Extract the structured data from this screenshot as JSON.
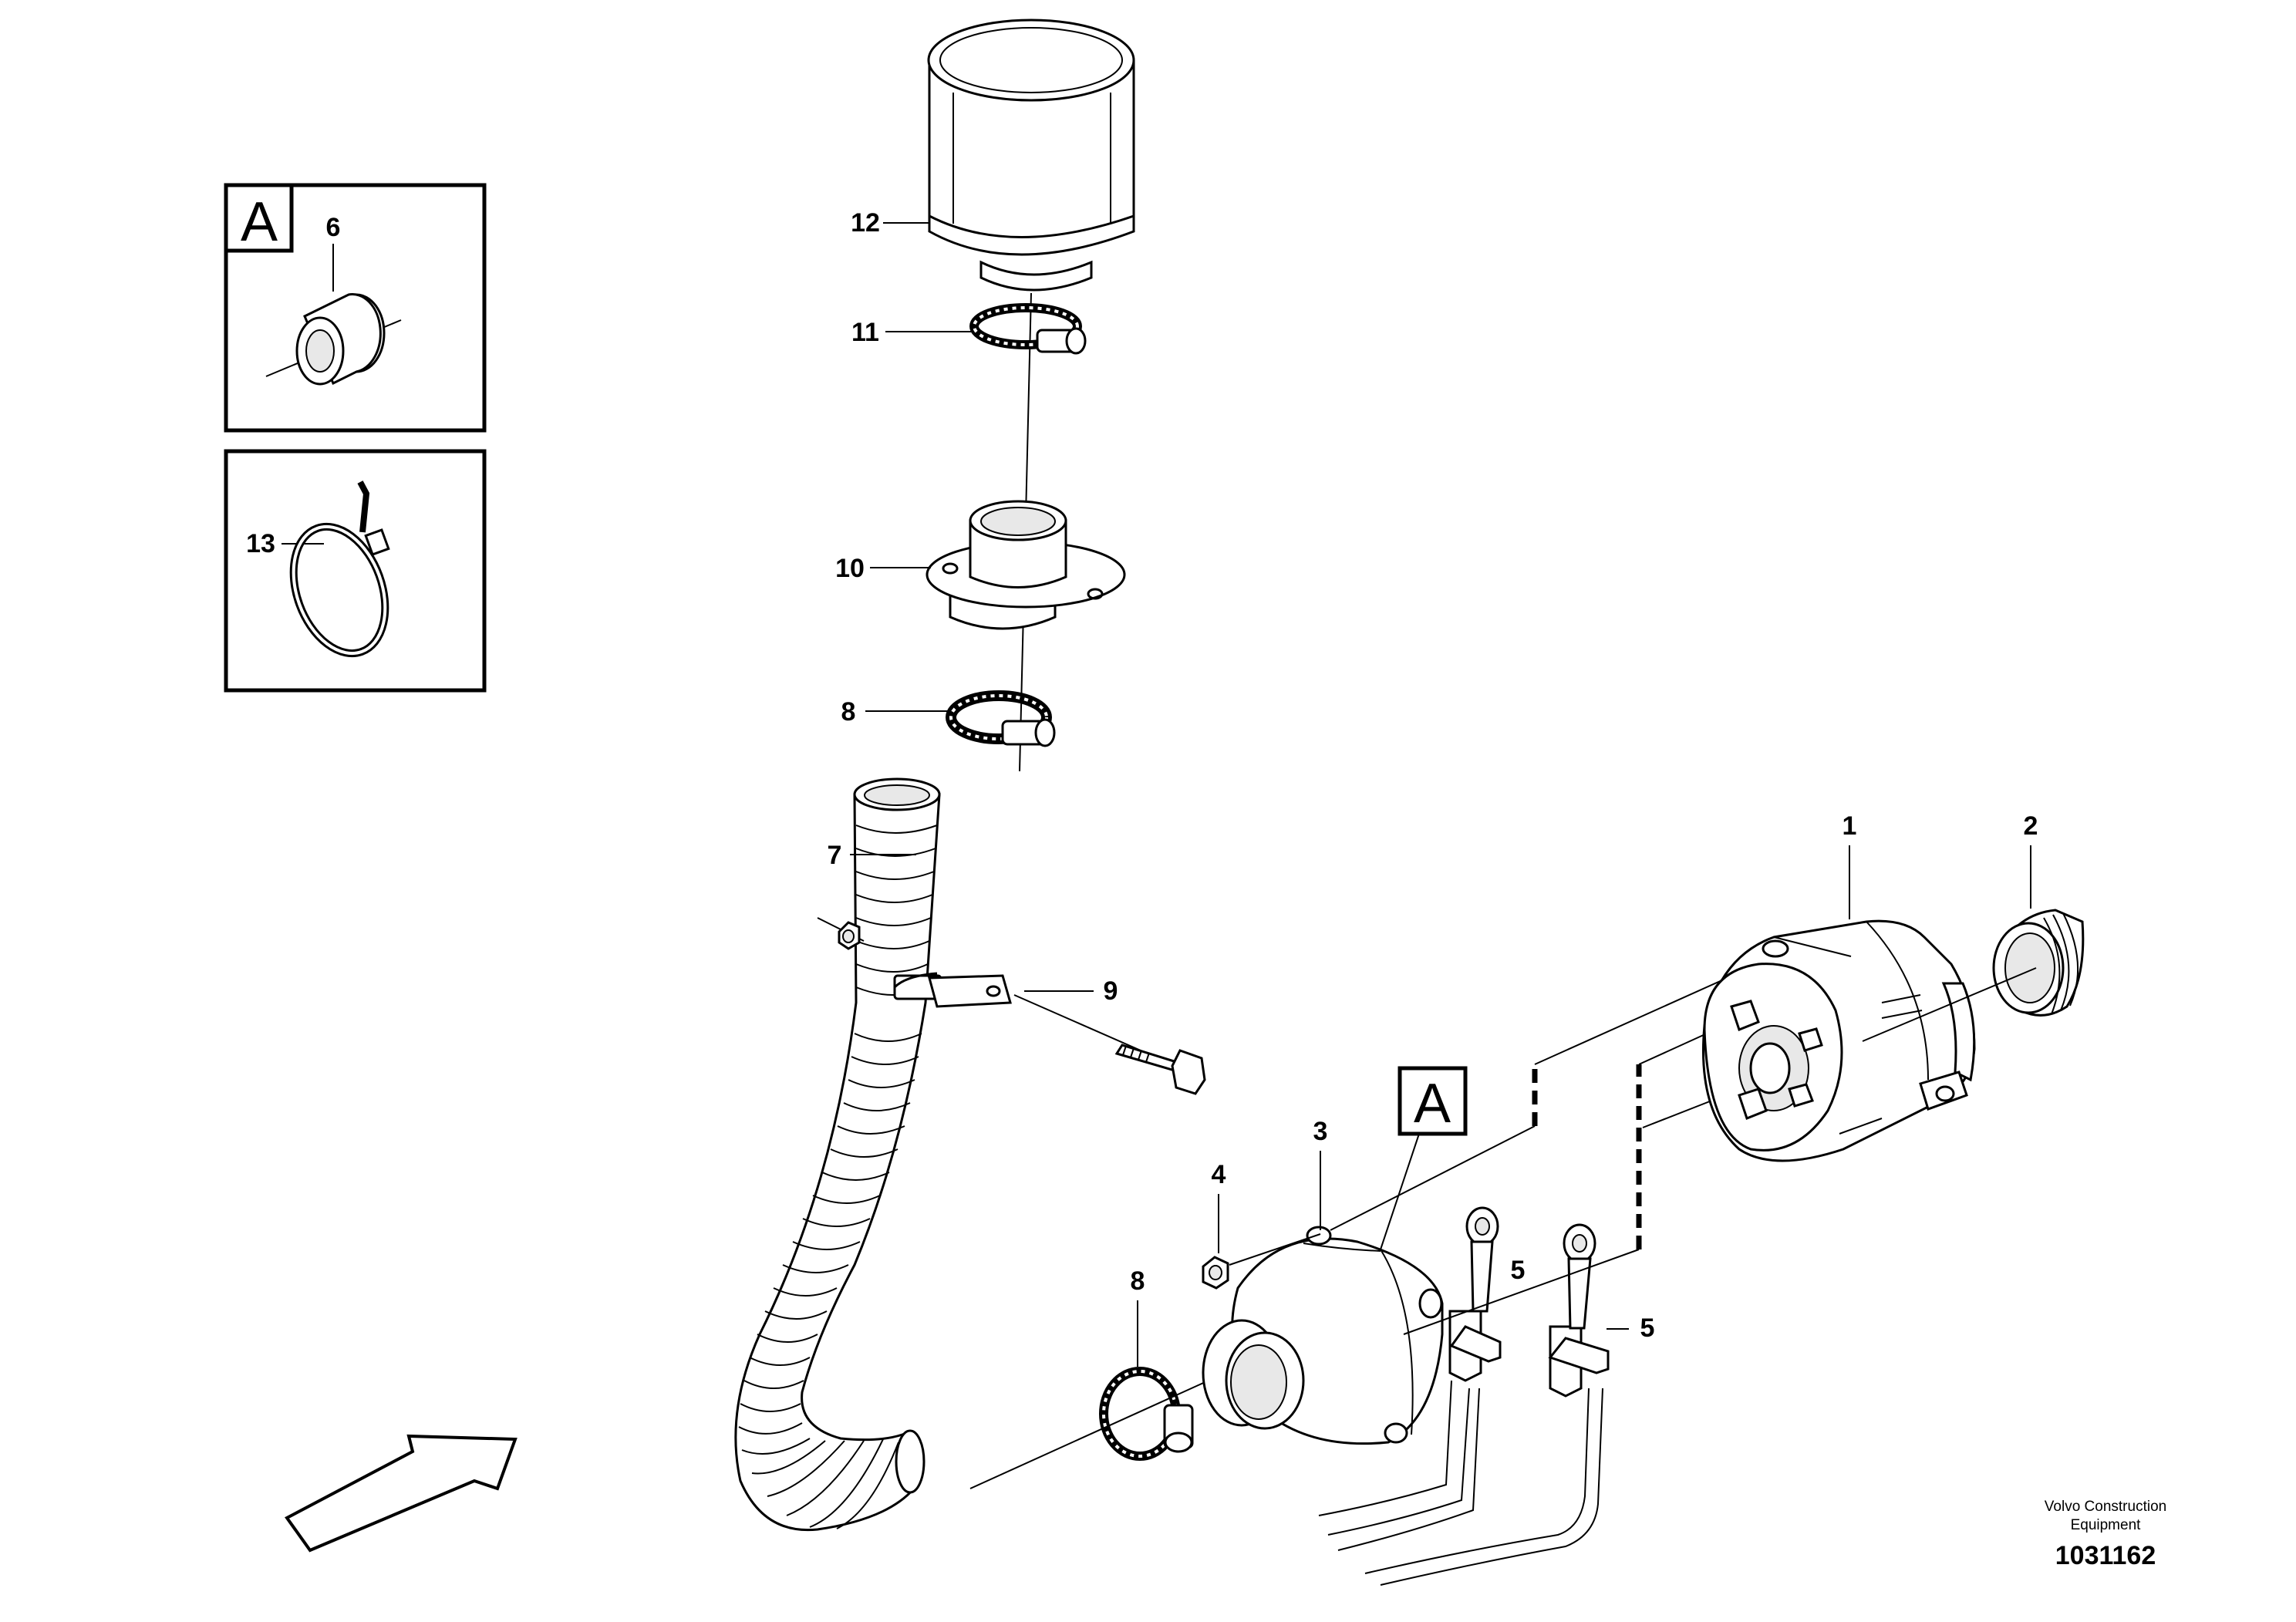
{
  "callouts": {
    "c1": "1",
    "c2": "2",
    "c3": "3",
    "c4": "4",
    "c5a": "5",
    "c5b": "5",
    "c6": "6",
    "c7": "7",
    "c8a": "8",
    "c8b": "8",
    "c9": "9",
    "c10": "10",
    "c11": "11",
    "c12": "12",
    "c13": "13"
  },
  "detail_refs": {
    "box_a_label": "A",
    "main_a_label": "A"
  },
  "footer": {
    "maker_line1": "Volvo Construction",
    "maker_line2": "Equipment",
    "document_number": "1031162"
  }
}
